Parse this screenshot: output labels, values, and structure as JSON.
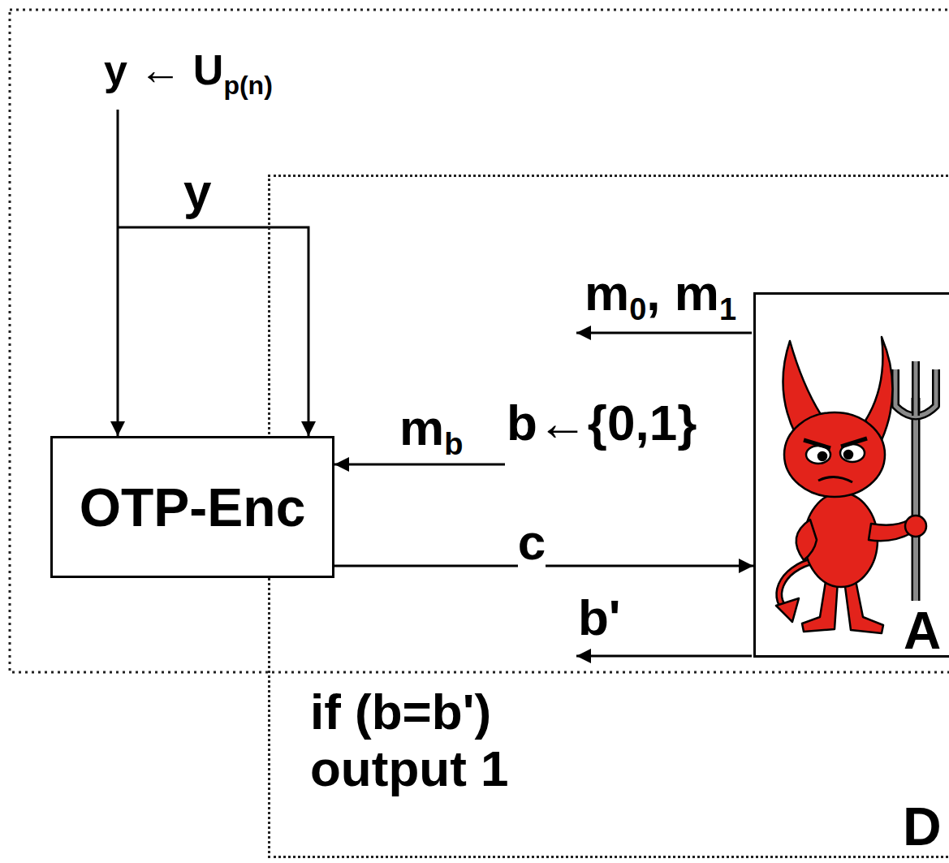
{
  "diagram": {
    "nodes": [
      {
        "text": [
          "if (b=b') output 1",
          "D"
        ]
      },
      {
        "text": [
          "OTP-Enc"
        ]
      },
      {
        "text": [
          "A"
        ],
        "in": 0
      }
    ],
    "edges": [
      {
        "from": 1,
        "to": 2,
        "arrow": "to",
        "label": "c"
      }
    ],
    "labels": [
      "y ← U",
      "p(n)",
      "y",
      "m",
      "0",
      ", m",
      "1",
      "b←{0,1}",
      "m",
      "b",
      "b'"
    ]
  }
}
